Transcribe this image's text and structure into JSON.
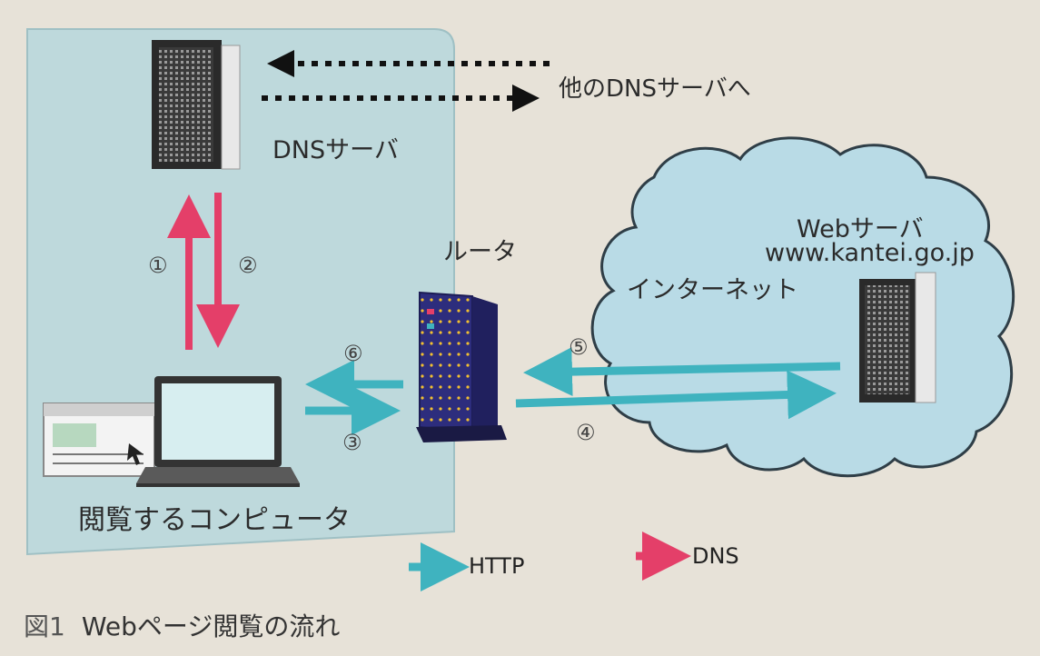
{
  "labels": {
    "dns_server": "DNSサーバ",
    "other_dns": "他のDNSサーバへ",
    "router": "ルータ",
    "internet": "インターネット",
    "web_server": "Webサーバ",
    "web_server_host": "www.kantei.go.jp",
    "client": "閲覧するコンピュータ"
  },
  "steps": [
    "①",
    "②",
    "③",
    "④",
    "⑤",
    "⑥"
  ],
  "legend": {
    "http": "HTTP",
    "dns": "DNS"
  },
  "caption": {
    "figure": "図1",
    "title": "Webページ閲覧の流れ"
  },
  "colors": {
    "http_arrow": "#3fb3bf",
    "dns_arrow": "#e43f69",
    "lan_panel": "#bed9dc",
    "cloud_fill": "#b9dbe6",
    "router": "#2b2b78"
  }
}
